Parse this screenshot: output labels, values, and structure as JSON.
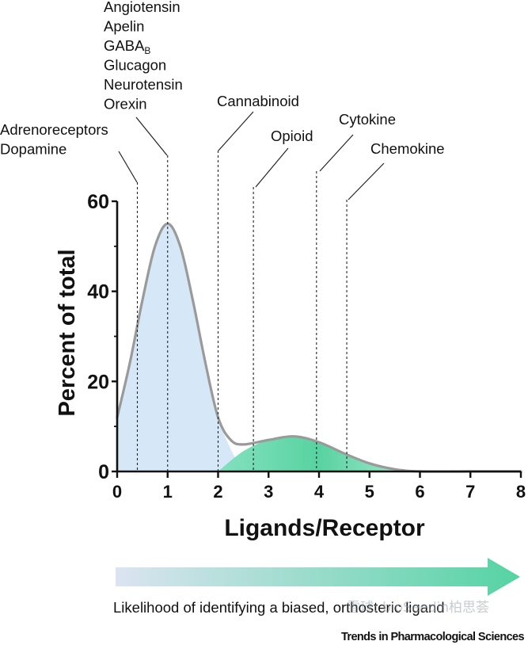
{
  "chart_data": {
    "type": "area",
    "title": "",
    "xlabel": "Ligands/Receptor",
    "ylabel": "Percent of total",
    "xlim": [
      0,
      8
    ],
    "ylim": [
      0,
      60
    ],
    "x_ticks": [
      "0",
      "1",
      "2",
      "3",
      "4",
      "5",
      "6",
      "7",
      "8"
    ],
    "y_ticks": [
      "0",
      "20",
      "40",
      "60"
    ],
    "grid": false,
    "legend": "none",
    "series": [
      {
        "color": "#d6e8f8",
        "x": [
          0,
          0.25,
          0.5,
          0.75,
          1.0,
          1.25,
          1.5,
          1.75,
          2.0,
          2.25,
          2.5
        ],
        "y": [
          12,
          24,
          38,
          50,
          55,
          50,
          38,
          24,
          12,
          5,
          0
        ]
      },
      {
        "color": "#5fd6a8",
        "x": [
          2.0,
          2.5,
          3.0,
          3.5,
          4.0,
          4.5,
          5.0,
          5.5,
          6.0
        ],
        "y": [
          0,
          4.5,
          7,
          7.8,
          6.5,
          4,
          1.8,
          0.5,
          0
        ]
      },
      {
        "color": "#9a9a9a",
        "x": [
          0,
          0.25,
          0.5,
          0.75,
          1.0,
          1.25,
          1.5,
          1.75,
          2.0,
          2.25,
          2.5,
          3.0,
          3.5,
          4.0,
          4.5,
          5.0,
          5.5,
          6.0,
          7.0,
          8.0
        ],
        "y": [
          12,
          24,
          38,
          50,
          55,
          50,
          38,
          24,
          12,
          7,
          6,
          7,
          7.8,
          6.5,
          4,
          1.8,
          0.5,
          0,
          0,
          0
        ]
      }
    ],
    "annotations": [
      {
        "x": 0.4,
        "lines": [
          "Adrenoreceptors",
          "Dopamine"
        ]
      },
      {
        "x": 1.0,
        "lines": [
          "Angiotensin",
          "Apelin",
          "GABAB",
          "Glucagon",
          "Neurotensin",
          "Orexin"
        ]
      },
      {
        "x": 2.0,
        "lines": [
          "Cannabinoid"
        ]
      },
      {
        "x": 2.7,
        "lines": [
          "Opioid"
        ]
      },
      {
        "x": 3.95,
        "lines": [
          "Cytokine"
        ]
      },
      {
        "x": 4.55,
        "lines": [
          "Chemokine"
        ]
      }
    ],
    "colors": {
      "arrow_start": "#dbe4f1",
      "arrow_end": "#55d3a3"
    }
  },
  "footer": {
    "arrow_caption": "Likelihood of identifying a biased, orthosteric ligand",
    "credit": "Trends in Pharmacological Sciences",
    "watermark": "雪球: bioSeedin柏思荟"
  }
}
